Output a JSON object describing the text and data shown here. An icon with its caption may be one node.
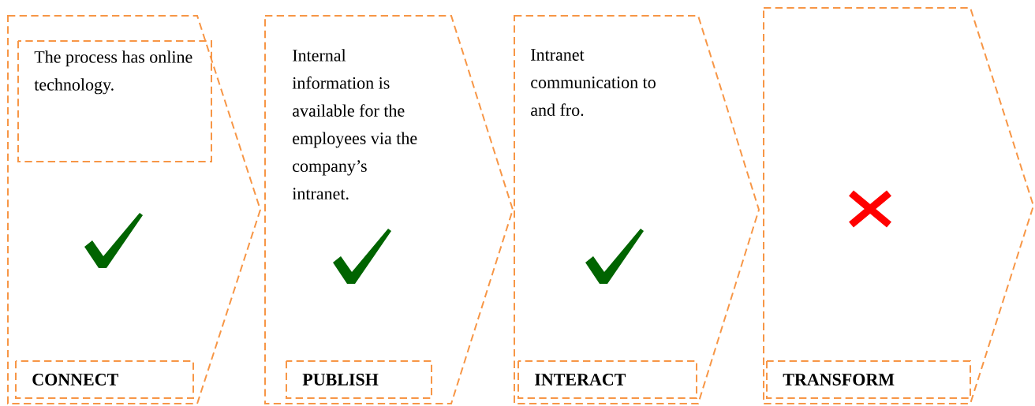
{
  "diagram": {
    "nodes": [
      {
        "text": [],
        "shape": "chevron"
      },
      {
        "text": [
          "The process has online technology."
        ],
        "in": 0
      },
      {
        "text": [
          "CONNECT"
        ],
        "in": 0
      },
      {
        "text": [
          "Internal information is available for the employees via the company’s intranet."
        ]
      },
      {
        "text": [
          "PUBLISH"
        ],
        "in": 3
      },
      {
        "text": [
          "Intranet communication to and fro."
        ]
      },
      {
        "text": [
          "INTERACT"
        ],
        "in": 5
      },
      {
        "text": [],
        "shape": "chevron"
      },
      {
        "text": [
          "TRANSFORM"
        ],
        "in": 7
      }
    ]
  }
}
